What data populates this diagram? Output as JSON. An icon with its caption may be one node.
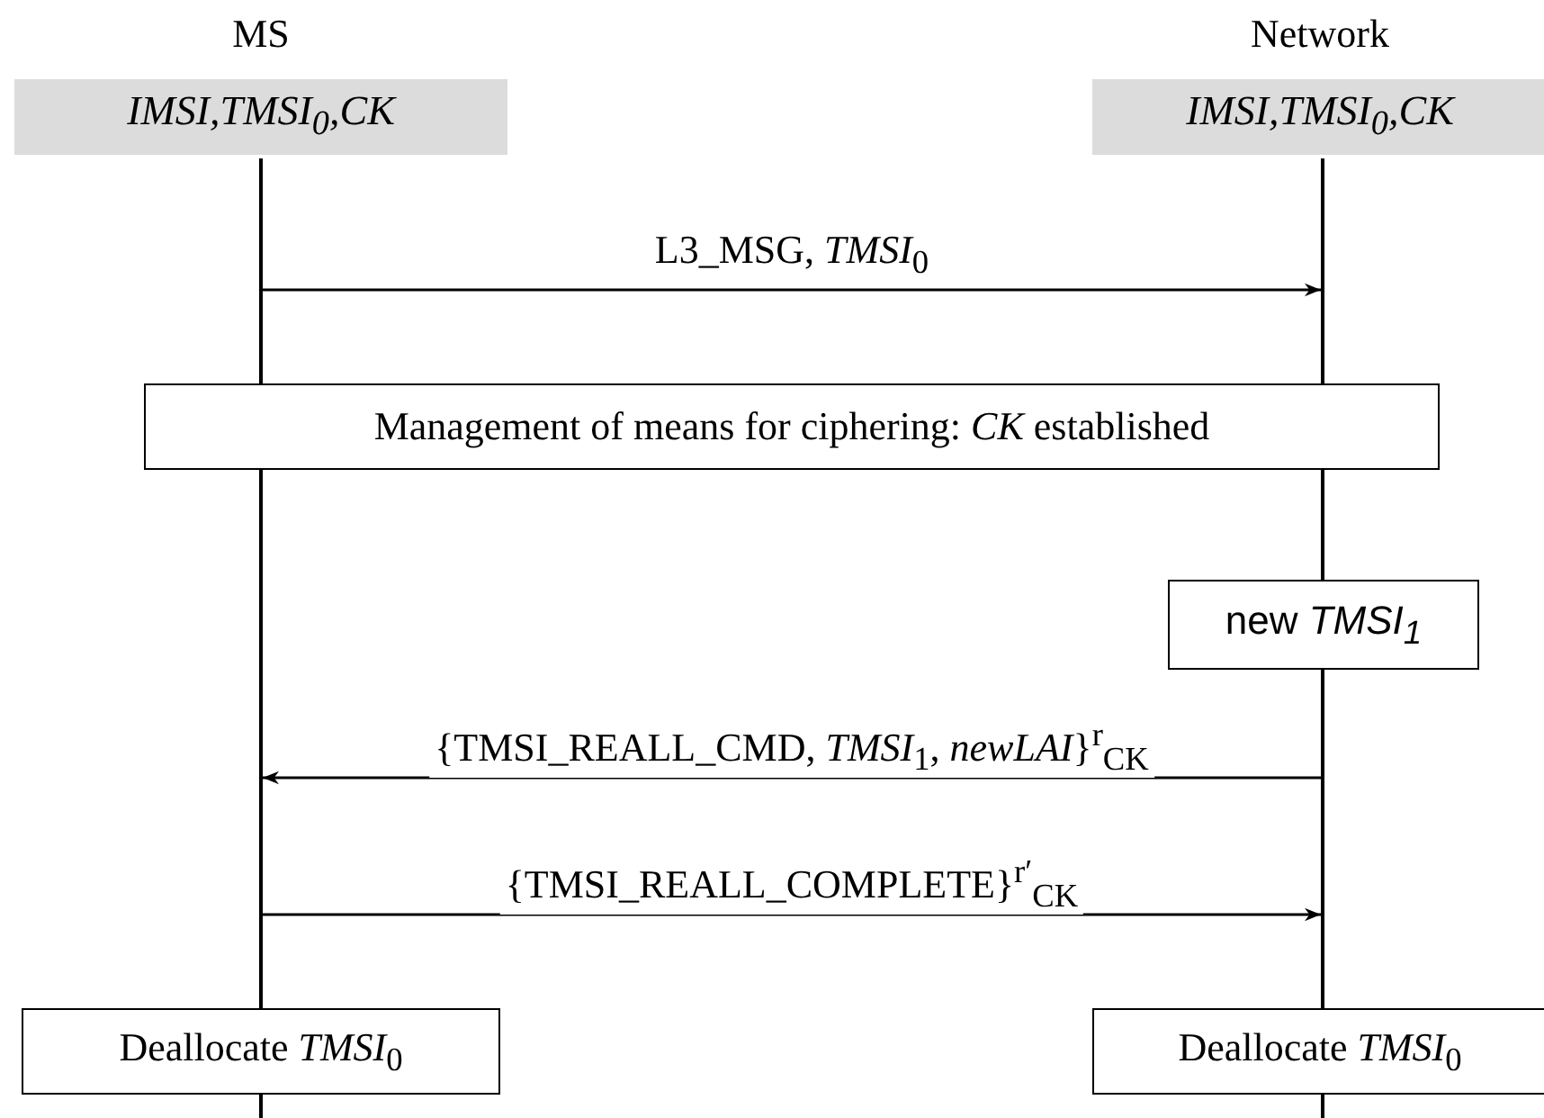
{
  "diagram": {
    "nodes": [
      {
        "text": [
          "MS",
          "IMSI,TMSI$_{0}$,CK"
        ]
      },
      {
        "text": [
          "Network",
          "IMSI,TMSI$_{0}$,CK"
        ]
      },
      {
        "text": [
          "Management of means for ciphering: *CK* established"
        ]
      },
      {
        "text": [
          "new *TMSI$_{1}$*"
        ]
      },
      {
        "text": [
          "Deallocate *TMSI*$_{0}$"
        ]
      },
      {
        "text": [
          "Deallocate *TMSI*$_{0}$"
        ]
      },
      {
        "text": [],
        "shape": "bar"
      },
      {
        "text": [],
        "shape": "bar"
      },
      {
        "text": [],
        "shape": "bar"
      },
      {
        "text": [],
        "shape": "bar"
      },
      {
        "text": [],
        "shape": "bar"
      },
      {
        "text": [],
        "shape": "bar"
      },
      {
        "text": [],
        "shape": "bar"
      }
    ],
    "edges": [
      {
        "from": 6,
        "to": 7,
        "arrow": "to",
        "label": "L3_MSG, *TMSI*$_{0}$"
      },
      {
        "from": 10,
        "to": 8,
        "arrow": "to",
        "label": "{TMSI_REALL_CMD, *TMSI*$_{1}$, *newLAI*}$^{r}$$_{CK}$"
      },
      {
        "from": 8,
        "to": 10,
        "arrow": "to",
        "label": "{TMSI_REALL_COMPLETE}$^{r′}$$_{CK}$"
      }
    ]
  }
}
